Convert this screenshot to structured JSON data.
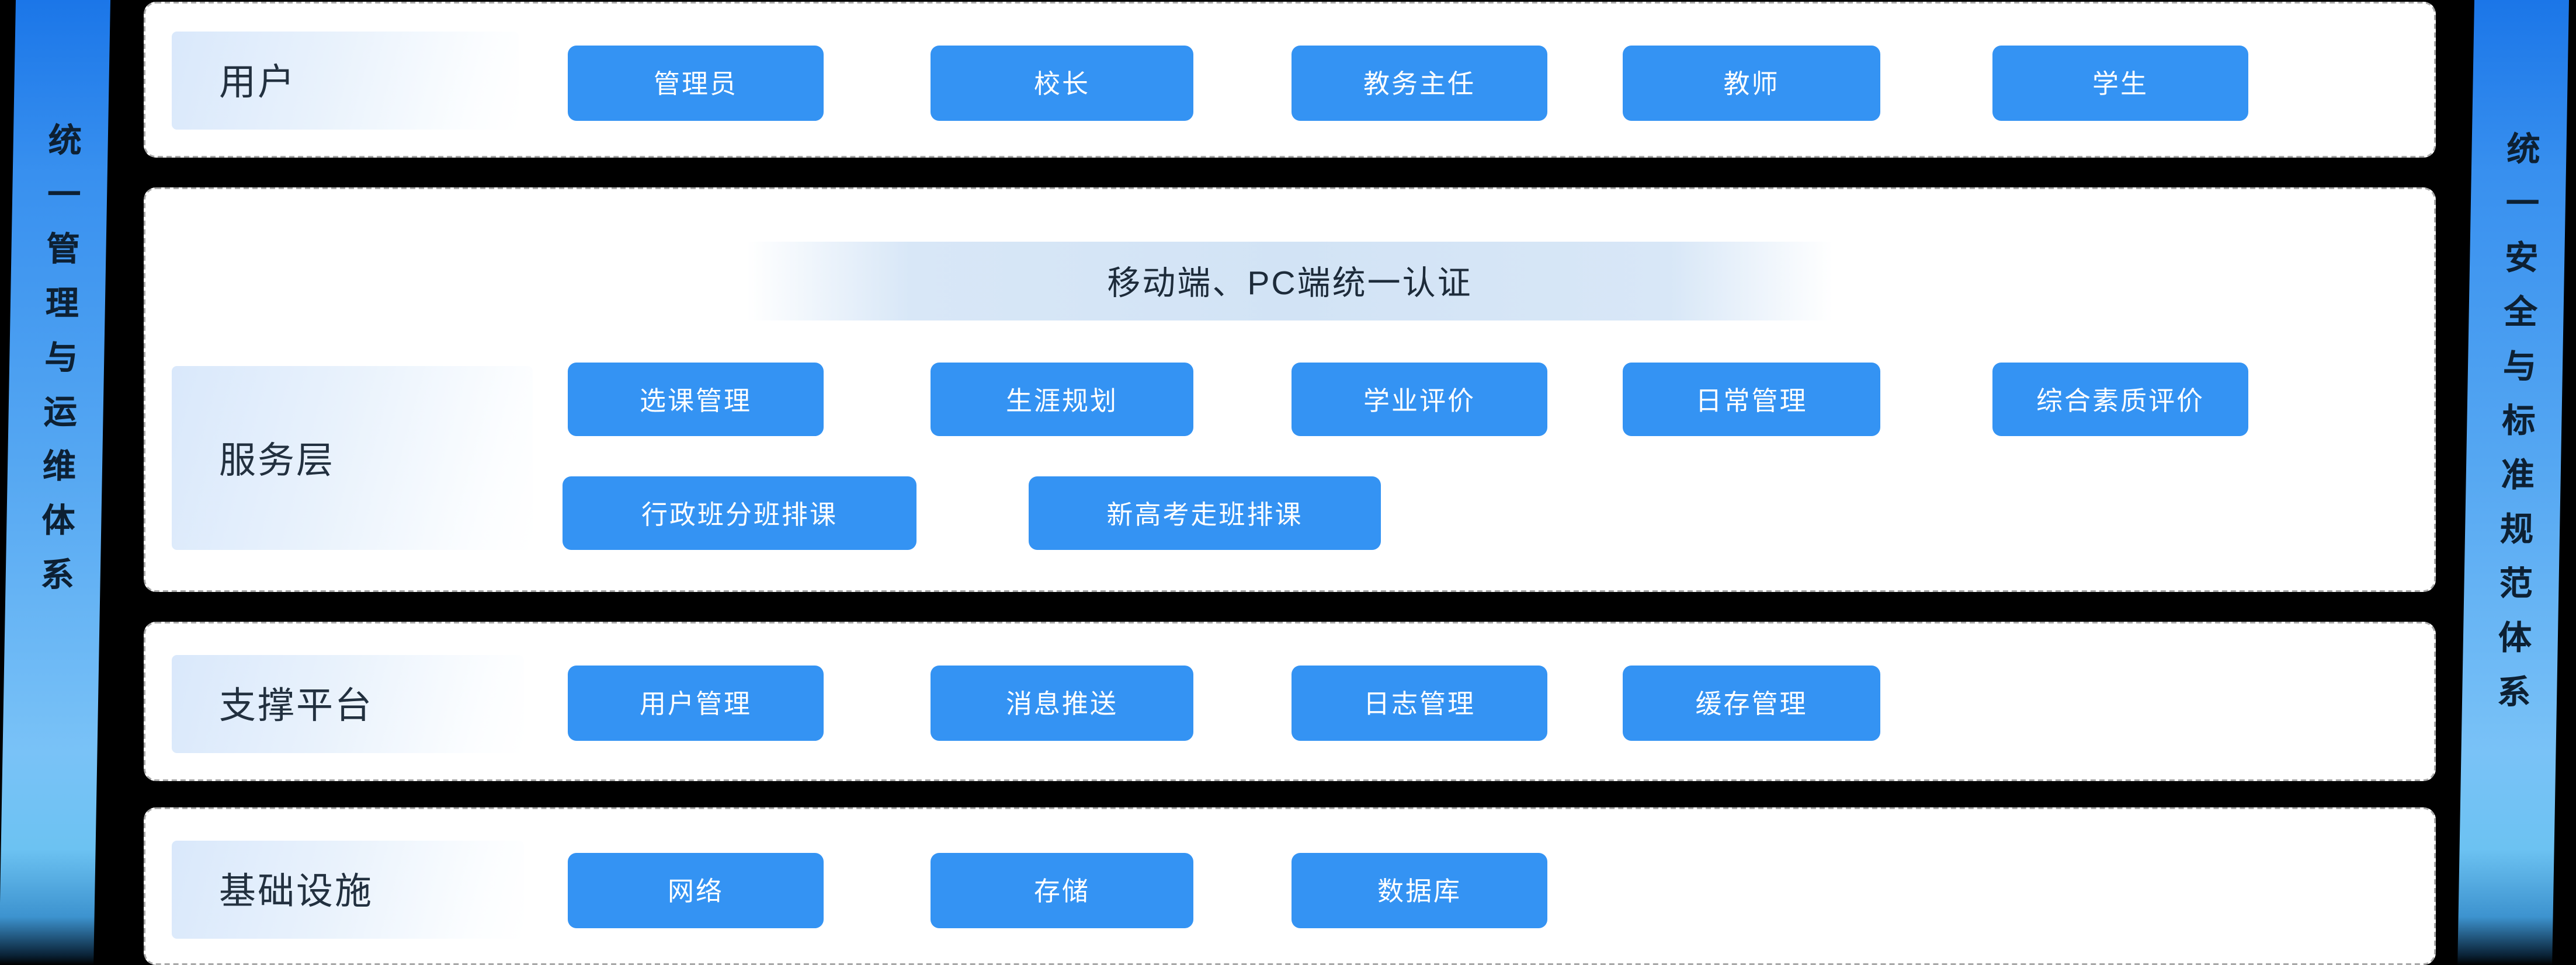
{
  "sidebars": {
    "left": {
      "text": "统一管理与运维体系"
    },
    "right": {
      "text": "统一安全与标准规范体系"
    }
  },
  "layers": {
    "users": {
      "label": "用户",
      "chips": [
        "管理员",
        "校长",
        "教务主任",
        "教师",
        "学生"
      ]
    },
    "service": {
      "label": "服务层",
      "banner": "移动端、PC端统一认证",
      "chips_row1": [
        "选课管理",
        "生涯规划",
        "学业评价",
        "日常管理",
        "综合素质评价"
      ],
      "chips_row2": [
        "行政班分班排课",
        "新高考走班排课"
      ]
    },
    "support": {
      "label": "支撑平台",
      "chips": [
        "用户管理",
        "消息推送",
        "日志管理",
        "缓存管理"
      ]
    },
    "infra": {
      "label": "基础设施",
      "chips": [
        "网络",
        "存储",
        "数据库"
      ]
    }
  },
  "colors": {
    "background": "#000000",
    "chip_blue": "#3493f3",
    "ribbon_blue_top": "#1b76e8",
    "ribbon_blue_bottom": "#79c2f7",
    "ribbon_text": "#0d2033",
    "panel_border_dashed": "#a8a8a8",
    "label_box_gradient_start": "#d9e8fb",
    "banner_background": "#d2e3f5",
    "label_text": "#22303f",
    "chip_text": "#ffffff"
  }
}
